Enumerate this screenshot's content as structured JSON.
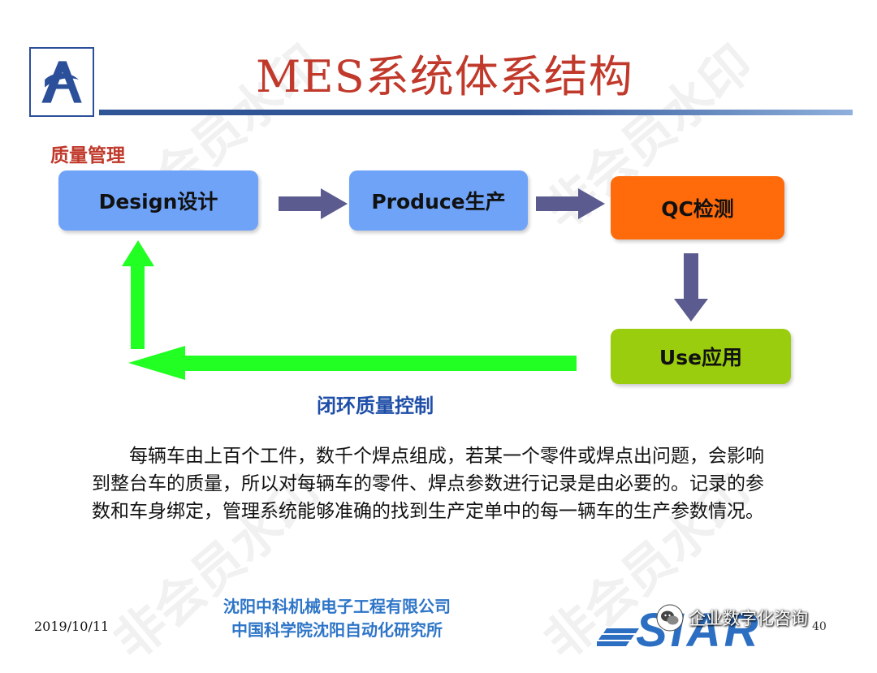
{
  "title": "MES系统体系结构",
  "section_label": "质量管理",
  "process": {
    "design": "Design设计",
    "produce": "Produce生产",
    "qc": "QC检测",
    "use": "Use应用"
  },
  "loop_label": "闭环质量控制",
  "paragraph": "每辆车由上百个工件，数千个焊点组成，若某一个零件或焊点出问题，会影响到整台车的质量，所以对每辆车的零件、焊点参数进行记录是由必要的。记录的参数和车身绑定，管理系统能够准确的找到生产定单中的每一辆车的生产参数情况。",
  "footer": {
    "org_line1": "沈阳中科机械电子工程有限公司",
    "org_line2": "中国科学院沈阳自动化研究所",
    "date": "2019/10/11",
    "page": "40",
    "logo_text": "SIAR",
    "wechat_account": "企业数字化咨询"
  },
  "watermark": "非会员水印",
  "colors": {
    "title": "#c0392b",
    "blue_box": "#6fa3f7",
    "qc_box": "#ff6a0a",
    "use_box": "#9acd0e",
    "flow_arrow": "#5b5b8f",
    "loop_arrow": "#22ff22",
    "footer_text": "#2e75c8"
  }
}
